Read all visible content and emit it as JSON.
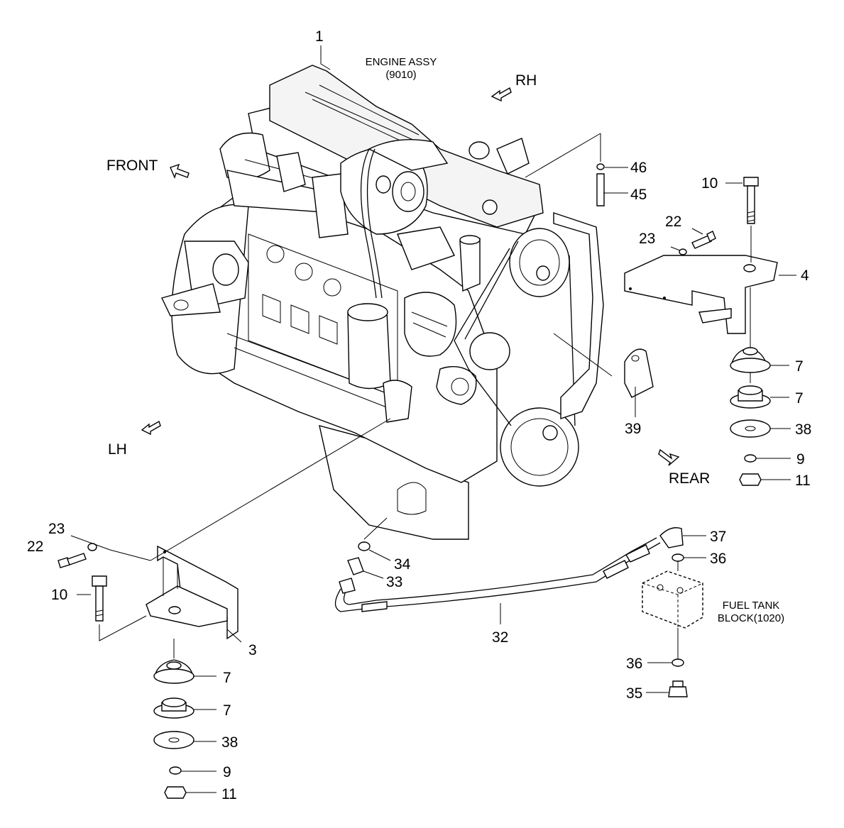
{
  "title": "ENGINE ASSY",
  "subtitle": "(9010)",
  "directions": {
    "front": "FRONT",
    "rh": "RH",
    "lh": "LH",
    "rear": "REAR"
  },
  "fuel_tank_block": {
    "line1": "FUEL TANK",
    "line2": "BLOCK(1020)"
  },
  "callouts": {
    "c1": "1",
    "c46": "46",
    "c45": "45",
    "c10_right": "10",
    "c22_right": "22",
    "c23_right": "23",
    "c4": "4",
    "c7_right_a": "7",
    "c7_right_b": "7",
    "c38_right": "38",
    "c9_right": "9",
    "c11_right": "11",
    "c39": "39",
    "c23_left": "23",
    "c22_left": "22",
    "c10_left": "10",
    "c3": "3",
    "c7_left_a": "7",
    "c7_left_b": "7",
    "c38_left": "38",
    "c9_left": "9",
    "c11_left": "11",
    "c34": "34",
    "c33": "33",
    "c32": "32",
    "c37": "37",
    "c36_top": "36",
    "c36_bottom": "36",
    "c35": "35"
  }
}
